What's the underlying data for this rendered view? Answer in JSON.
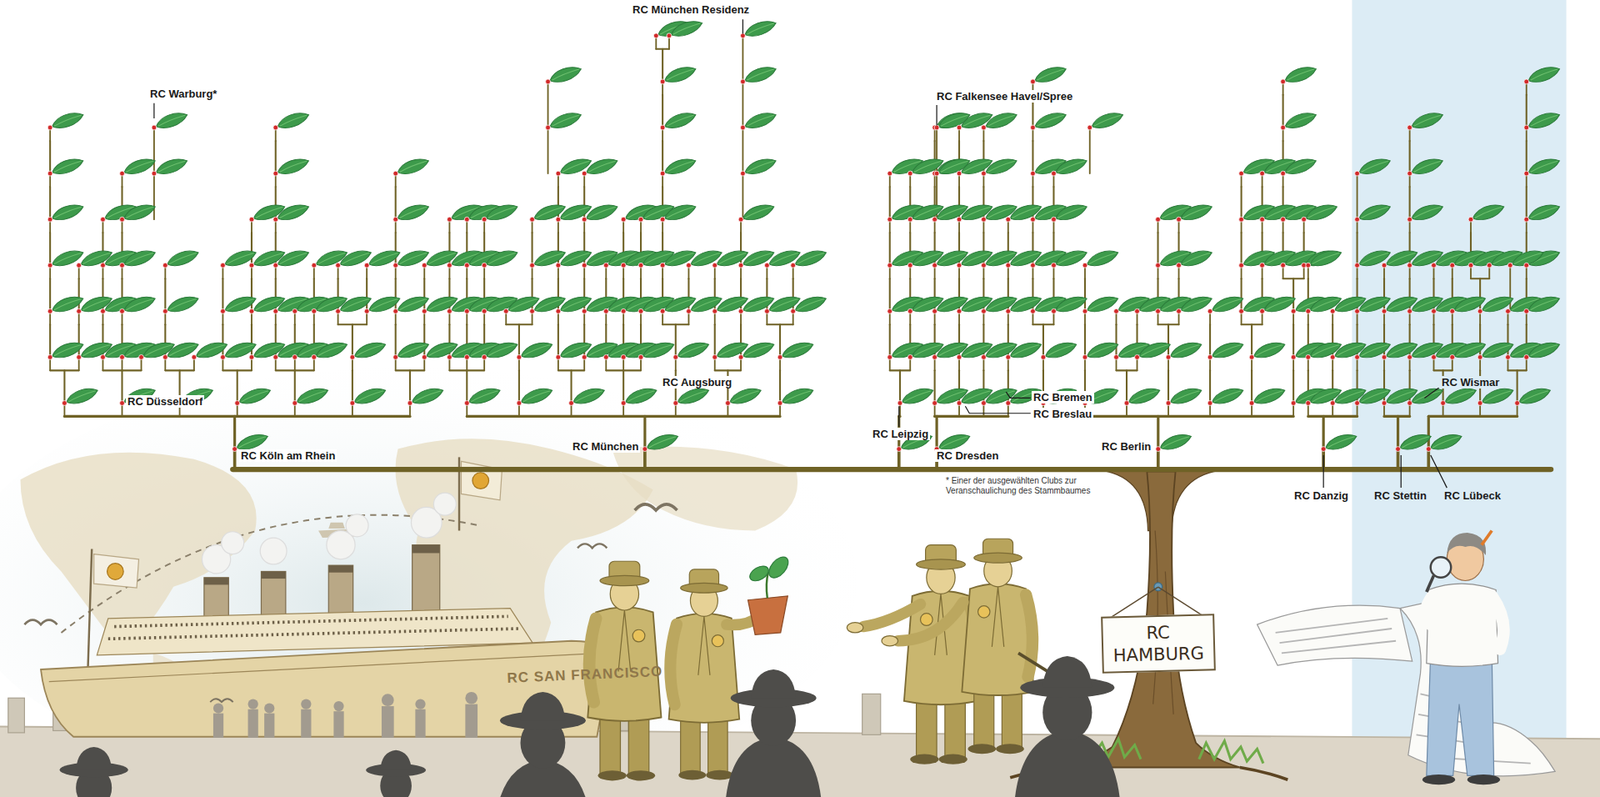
{
  "diagram": {
    "nodes": [
      {
        "text": [
          "RC HAMBURG"
        ]
      }
    ],
    "labels": [
      "RC München Residenz",
      "RC Warburg*",
      "RC Falkensee Havel/Spree",
      "RC Düsseldorf",
      "RC Augsburg",
      "RC Bremen",
      "RC Breslau",
      "RC Wismar",
      "RC Köln am Rhein",
      "RC München",
      "RC Leipzig",
      "RC Dresden",
      "RC Berlin",
      "RC Danzig",
      "RC Stettin",
      "RC Lübeck",
      "* Einer der ausgewählten Clubs zur Veranschaulichung des Stammbaumes",
      "RC SAN FRANCISCO"
    ]
  }
}
